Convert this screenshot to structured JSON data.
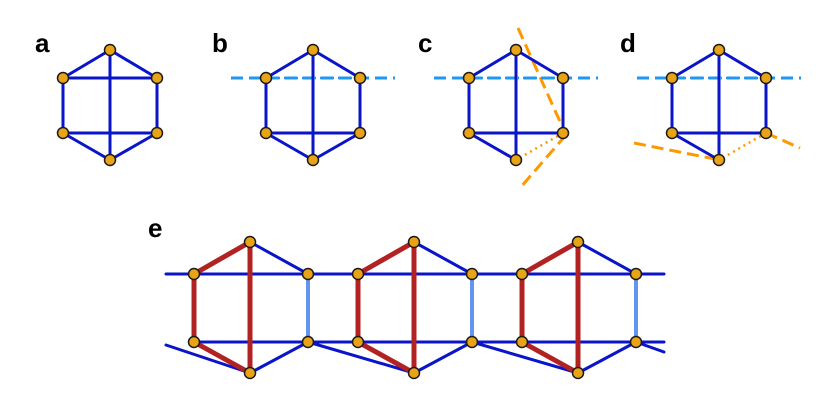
{
  "panel_labels": {
    "a": "a",
    "b": "b",
    "c": "c",
    "d": "d",
    "e": "e"
  },
  "colors": {
    "edge": "#0a14c8",
    "cut_line": "#2196f3",
    "second_cut": "#ff9800",
    "highlight": "#b22222",
    "bridge": "#6495ed",
    "node_fill": "#e8a317",
    "node_stroke": "#1a1a1a"
  },
  "diagram": {
    "graph": {
      "nodes": [
        "top",
        "upper-left",
        "upper-right",
        "lower-left",
        "lower-right",
        "bottom"
      ],
      "edges": [
        [
          "top",
          "upper-left"
        ],
        [
          "top",
          "upper-right"
        ],
        [
          "top",
          "bottom"
        ],
        [
          "upper-left",
          "upper-right"
        ],
        [
          "upper-left",
          "lower-left"
        ],
        [
          "upper-right",
          "lower-right"
        ],
        [
          "lower-left",
          "lower-right"
        ],
        [
          "lower-left",
          "bottom"
        ],
        [
          "lower-right",
          "bottom"
        ]
      ]
    },
    "panels": [
      "a",
      "b",
      "c",
      "d"
    ],
    "chain_units": 3
  }
}
